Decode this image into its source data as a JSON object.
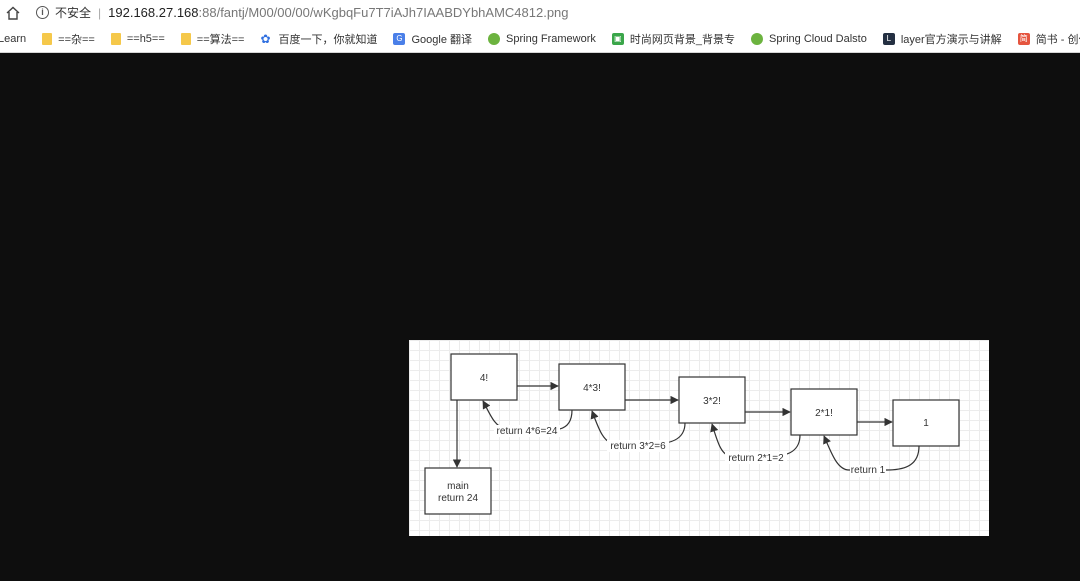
{
  "address_bar": {
    "security_label": "不安全",
    "url_host": "192.168.27.168",
    "url_rest": ":88/fantj/M00/00/00/wKgbqFu7T7iAJh7IAABDYbhAMC4812.png"
  },
  "bookmarks": [
    {
      "label": "Learn",
      "icon": "none"
    },
    {
      "label": "==杂==",
      "icon": "folder-icon"
    },
    {
      "label": "==h5==",
      "icon": "folder-icon"
    },
    {
      "label": "==算法==",
      "icon": "folder-icon"
    },
    {
      "label": "百度一下，你就知道",
      "icon": "baidu-paw-icon"
    },
    {
      "label": "Google 翻译",
      "icon": "google-translate-icon"
    },
    {
      "label": "Spring Framework",
      "icon": "spring-leaf-icon"
    },
    {
      "label": "时尚网页背景_背景专",
      "icon": "site-icon"
    },
    {
      "label": "Spring Cloud Dalsto",
      "icon": "spring-cloud-icon"
    },
    {
      "label": "layer官方演示与讲解",
      "icon": "layer-icon"
    },
    {
      "label": "简书 - 创作你的创作",
      "icon": "jianshu-icon"
    }
  ],
  "diagram": {
    "nodes": {
      "n4": "4!",
      "n43": "4*3!",
      "n32": "3*2!",
      "n21": "2*1!",
      "n1": "1",
      "main_line1": "main",
      "main_line2": "return 24"
    },
    "returns": {
      "r1": "return 4*6=24",
      "r2": "return 3*2=6",
      "r3": "return 2*1=2",
      "r4": "return 1"
    }
  },
  "colors": {
    "viewer_background": "#0e0e0e",
    "diagram_stroke": "#333333"
  }
}
